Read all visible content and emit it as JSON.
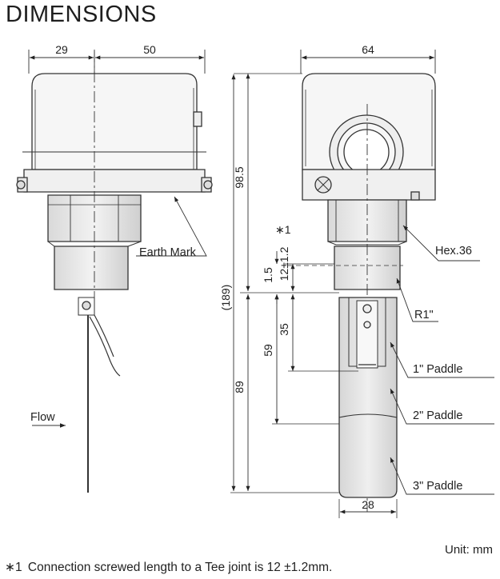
{
  "title": "DIMENSIONS",
  "dimensions": {
    "d29": "29",
    "d50": "50",
    "d64": "64",
    "d98_5": "98.5",
    "d189": "(189)",
    "d1_5": "1.5",
    "d12": "12±1.2",
    "note_mark": "∗1",
    "d35": "35",
    "d59": "59",
    "d89": "89",
    "d28": "28"
  },
  "labels": {
    "earth_mark": "Earth Mark",
    "hex": "Hex.36",
    "r1": "R1\"",
    "paddle1": "1\" Paddle",
    "paddle2": "2\" Paddle",
    "paddle3": "3\" Paddle",
    "flow": "Flow"
  },
  "footer": {
    "unit": "Unit: mm",
    "note_mark": "∗1",
    "note_text": "Connection screwed length to a Tee joint is 12 ±1.2mm."
  }
}
